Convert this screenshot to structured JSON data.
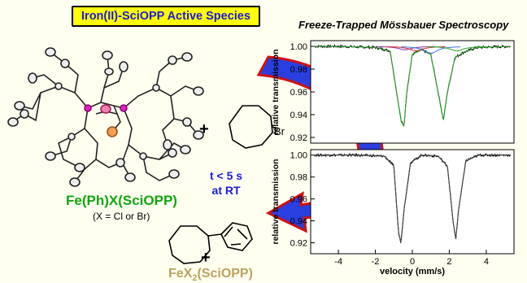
{
  "header": {
    "title": "Iron(II)-SciOPP Active Species"
  },
  "spectroscopy": {
    "title": "Freeze-Trapped Mössbauer Spectroscopy",
    "ylabel": "relative transmission",
    "xlabel": "velocity (mm/s)"
  },
  "complex": {
    "name": "Fe(Ph)X(SciOPP)",
    "note": "(X = Cl or Br)"
  },
  "reaction": {
    "plus": "+",
    "reagent_atom": "Br",
    "condition_line1": "t < 5 s",
    "condition_line2": "at RT",
    "product_prefix": "FeX",
    "product_subscript": "2",
    "product_suffix": "(SciOPP)"
  },
  "colors": {
    "background": "#FFFFF0",
    "title_fill": "#FEFF00",
    "title_text": "#1A1AE0",
    "arrow_fill": "#2A3FE0",
    "arrow_edge": "#D01010",
    "complex_name": "#0FA60F",
    "product_name": "#B9A35E",
    "fit_green": "#2BA02B"
  },
  "chart_data": [
    {
      "type": "line",
      "panel": "top",
      "ylabel": "relative transmission",
      "ylim": [
        0.915,
        1.005
      ],
      "xlim": [
        -5.5,
        5.5
      ],
      "yticks": [
        "1.00",
        "0.98",
        "0.96",
        "0.94",
        "0.92"
      ],
      "series": [
        {
          "points": [
            [
              -5.3,
              1.0
            ],
            [
              -4,
              1.0
            ],
            [
              -2,
              0.999
            ],
            [
              -1.2,
              0.996
            ],
            [
              -0.6,
              0.934
            ],
            [
              -0.45,
              0.93
            ],
            [
              -0.3,
              0.96
            ],
            [
              0,
              0.993
            ],
            [
              0.5,
              0.997
            ],
            [
              1.0,
              0.993
            ],
            [
              1.5,
              0.951
            ],
            [
              1.68,
              0.935
            ],
            [
              1.9,
              0.96
            ],
            [
              2.3,
              0.99
            ],
            [
              2.8,
              0.995
            ],
            [
              3.5,
              0.999
            ],
            [
              5.3,
              1.0
            ]
          ]
        }
      ],
      "components": [
        {
          "color": "#8B2DA0",
          "center": -0.4,
          "depth": 0.003
        },
        {
          "color": "#D03030",
          "center": 0.2,
          "depth": 0.004
        },
        {
          "color": "#3A6FD8",
          "center": 1.0,
          "depth": 0.006
        },
        {
          "color": "#2BA02B",
          "center": 2.4,
          "depth": 0.004
        }
      ]
    },
    {
      "type": "line",
      "panel": "bottom",
      "ylabel": "relative transmission",
      "xlabel": "velocity (mm/s)",
      "ylim": [
        0.91,
        1.005
      ],
      "xlim": [
        -5.5,
        5.5
      ],
      "yticks": [
        "1.00",
        "0.98",
        "0.96",
        "0.94",
        "0.92"
      ],
      "xticks": [
        "-4",
        "-2",
        "0",
        "2",
        "4"
      ],
      "series": [
        {
          "points": [
            [
              -5.3,
              1.0
            ],
            [
              -3,
              1.0
            ],
            [
              -1.5,
              0.999
            ],
            [
              -1,
              0.99
            ],
            [
              -0.75,
              0.93
            ],
            [
              -0.62,
              0.92
            ],
            [
              -0.45,
              0.95
            ],
            [
              -0.1,
              0.993
            ],
            [
              0.5,
              1.0
            ],
            [
              1.4,
              0.999
            ],
            [
              1.9,
              0.99
            ],
            [
              2.2,
              0.94
            ],
            [
              2.35,
              0.923
            ],
            [
              2.5,
              0.95
            ],
            [
              2.9,
              0.995
            ],
            [
              3.6,
              1.0
            ],
            [
              5.3,
              1.0
            ]
          ]
        }
      ]
    }
  ]
}
